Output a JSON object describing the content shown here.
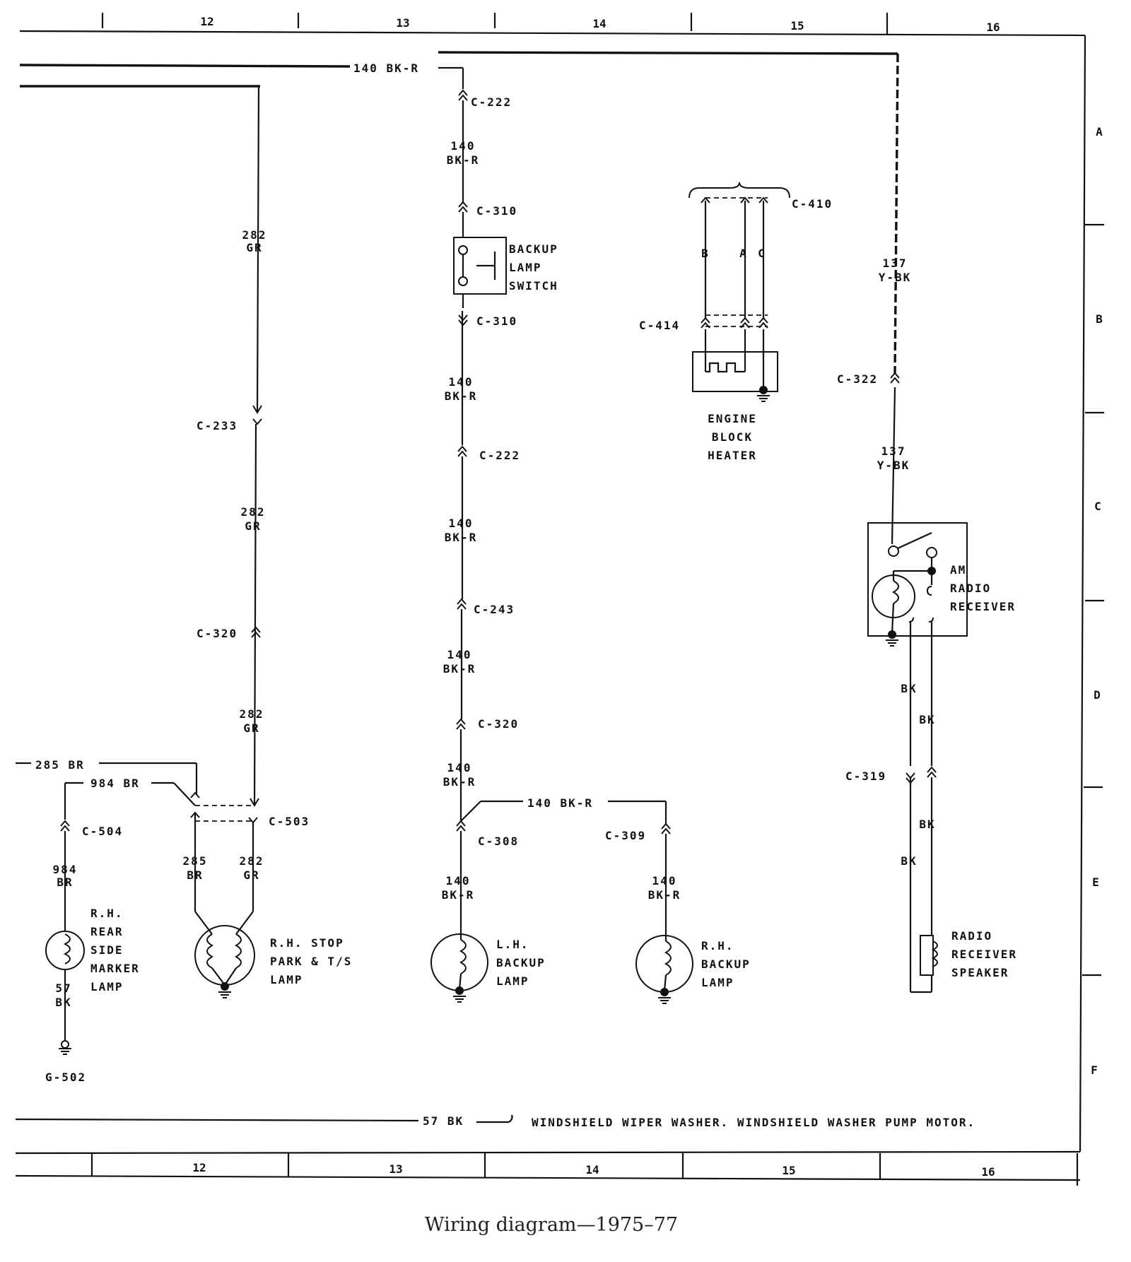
{
  "columns": [
    "12",
    "13",
    "14",
    "15",
    "16"
  ],
  "rows": [
    "A",
    "B",
    "C",
    "D",
    "E",
    "F"
  ],
  "caption": "Wiring diagram—1975–77",
  "wires": {
    "w140_top": "140 BK-R",
    "w140_num": "140",
    "w140_color": "BK-R",
    "w282_num": "282",
    "w282_color": "GR",
    "w285_top": "285 BR",
    "w984_top": "984 BR",
    "w984_num": "984",
    "w984_color": "BR",
    "w285_num": "285",
    "w285_color": "BR",
    "w57_num": "57",
    "w57_color": "BK",
    "w137_num": "137",
    "w137_color": "Y-BK",
    "bk": "BK",
    "w140_branch": "140 BK-R",
    "w57_bottom": "57 BK",
    "bottom_note": "WINDSHIELD WIPER WASHER. WINDSHIELD WASHER PUMP MOTOR."
  },
  "connectors": {
    "c222": "C-222",
    "c310": "C-310",
    "c243": "C-243",
    "c320": "C-320",
    "c308": "C-308",
    "c309": "C-309",
    "c233": "C-233",
    "c503": "C-503",
    "c504": "C-504",
    "c410": "C-410",
    "c414": "C-414",
    "c322": "C-322",
    "c319": "C-319",
    "pin_b": "B",
    "pin_a": "A",
    "pin_c": "C",
    "g502": "G-502"
  },
  "components": {
    "backup_switch": [
      "BACKUP",
      "LAMP",
      "SWITCH"
    ],
    "block_heater": [
      "ENGINE",
      "BLOCK",
      "HEATER"
    ],
    "radio": [
      "AM",
      "RADIO",
      "RECEIVER"
    ],
    "speaker": [
      "RADIO",
      "RECEIVER",
      "SPEAKER"
    ],
    "rh_marker": [
      "R.H.",
      "REAR",
      "SIDE",
      "MARKER",
      "LAMP"
    ],
    "rh_stop": [
      "R.H. STOP",
      "PARK & T/S",
      "LAMP"
    ],
    "lh_backup": [
      "L.H.",
      "BACKUP",
      "LAMP"
    ],
    "rh_backup": [
      "R.H.",
      "BACKUP",
      "LAMP"
    ]
  }
}
